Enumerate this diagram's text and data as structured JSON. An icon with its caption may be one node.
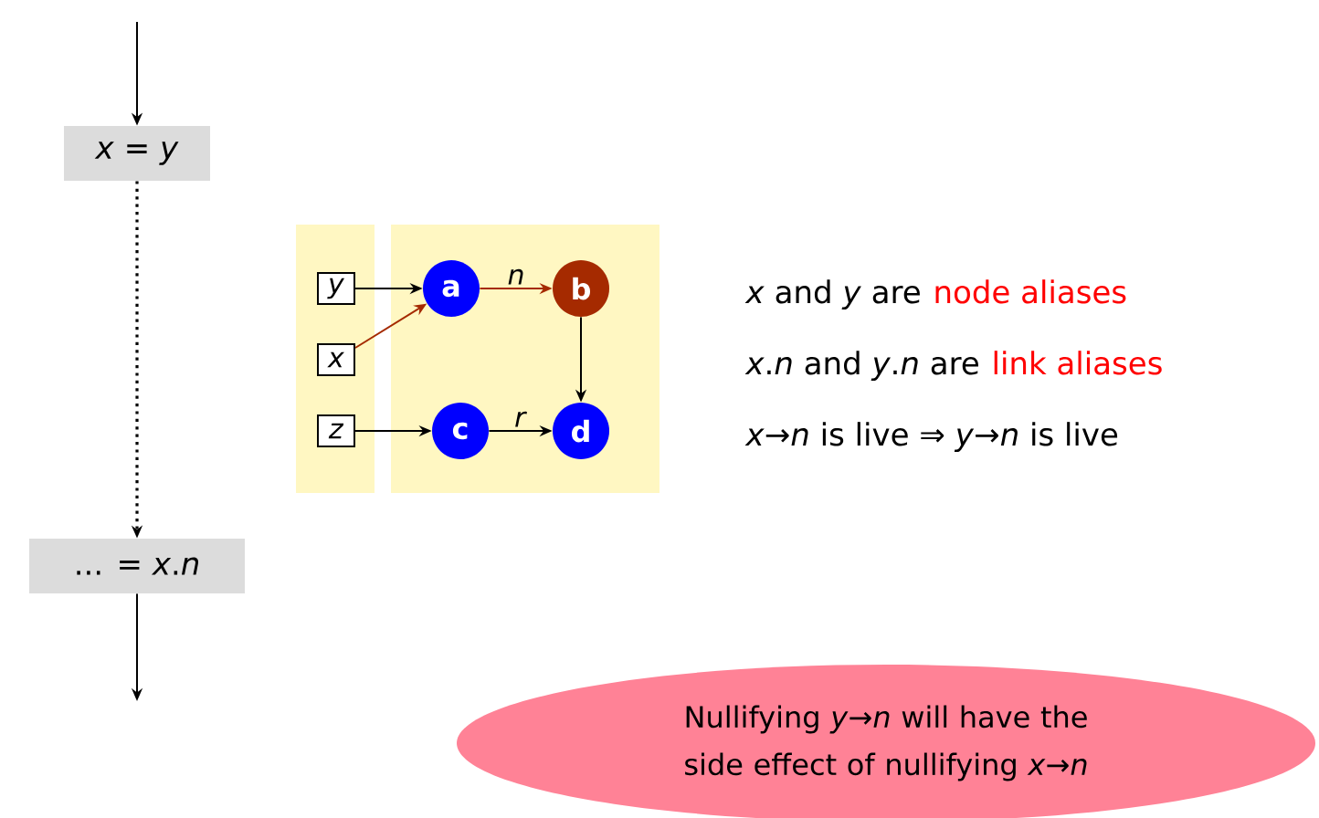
{
  "diagram": {
    "nodes": [
      {
        "text": [
          "*x* = *y*"
        ]
      },
      {
        "text": [
          "... = *x*.*n*"
        ]
      },
      {
        "text": [],
        "shape": "box"
      },
      {
        "text": [],
        "shape": "box"
      },
      {
        "text": [
          "*y*"
        ],
        "in": 2
      },
      {
        "text": [
          "*x*"
        ],
        "in": 2
      },
      {
        "text": [
          "*z*"
        ],
        "in": 2
      },
      {
        "text": [
          "a"
        ],
        "in": 3
      },
      {
        "text": [
          "b"
        ],
        "in": 3
      },
      {
        "text": [
          "c"
        ],
        "in": 3
      },
      {
        "text": [
          "d"
        ],
        "in": 3
      },
      {
        "text": [
          "Nullifying *y*→*n* will have the side effect of nullifying *x*→*n*"
        ]
      }
    ],
    "edges": [
      {
        "from": null,
        "to": 0,
        "arrow": "to"
      },
      {
        "from": 0,
        "to": 1,
        "arrow": "to",
        "style": "dashed"
      },
      {
        "from": 1,
        "to": null,
        "arrow": "to"
      },
      {
        "from": 4,
        "to": 7,
        "arrow": "to"
      },
      {
        "from": 5,
        "to": 7,
        "arrow": "to",
        "color": "#a52a00"
      },
      {
        "from": 7,
        "to": 8,
        "arrow": "to",
        "label": "*n*",
        "color": "#a52a00"
      },
      {
        "from": 8,
        "to": 10,
        "arrow": "to"
      },
      {
        "from": 6,
        "to": 9,
        "arrow": "to"
      },
      {
        "from": 9,
        "to": 10,
        "arrow": "to",
        "label": "*r*"
      }
    ],
    "labels": [
      "*x* and *y* are",
      "node aliases",
      "*x*.*n* and *y*.*n* are",
      "link aliases",
      "*x*→*n* is live ⇒ *y*→*n* is live"
    ]
  }
}
